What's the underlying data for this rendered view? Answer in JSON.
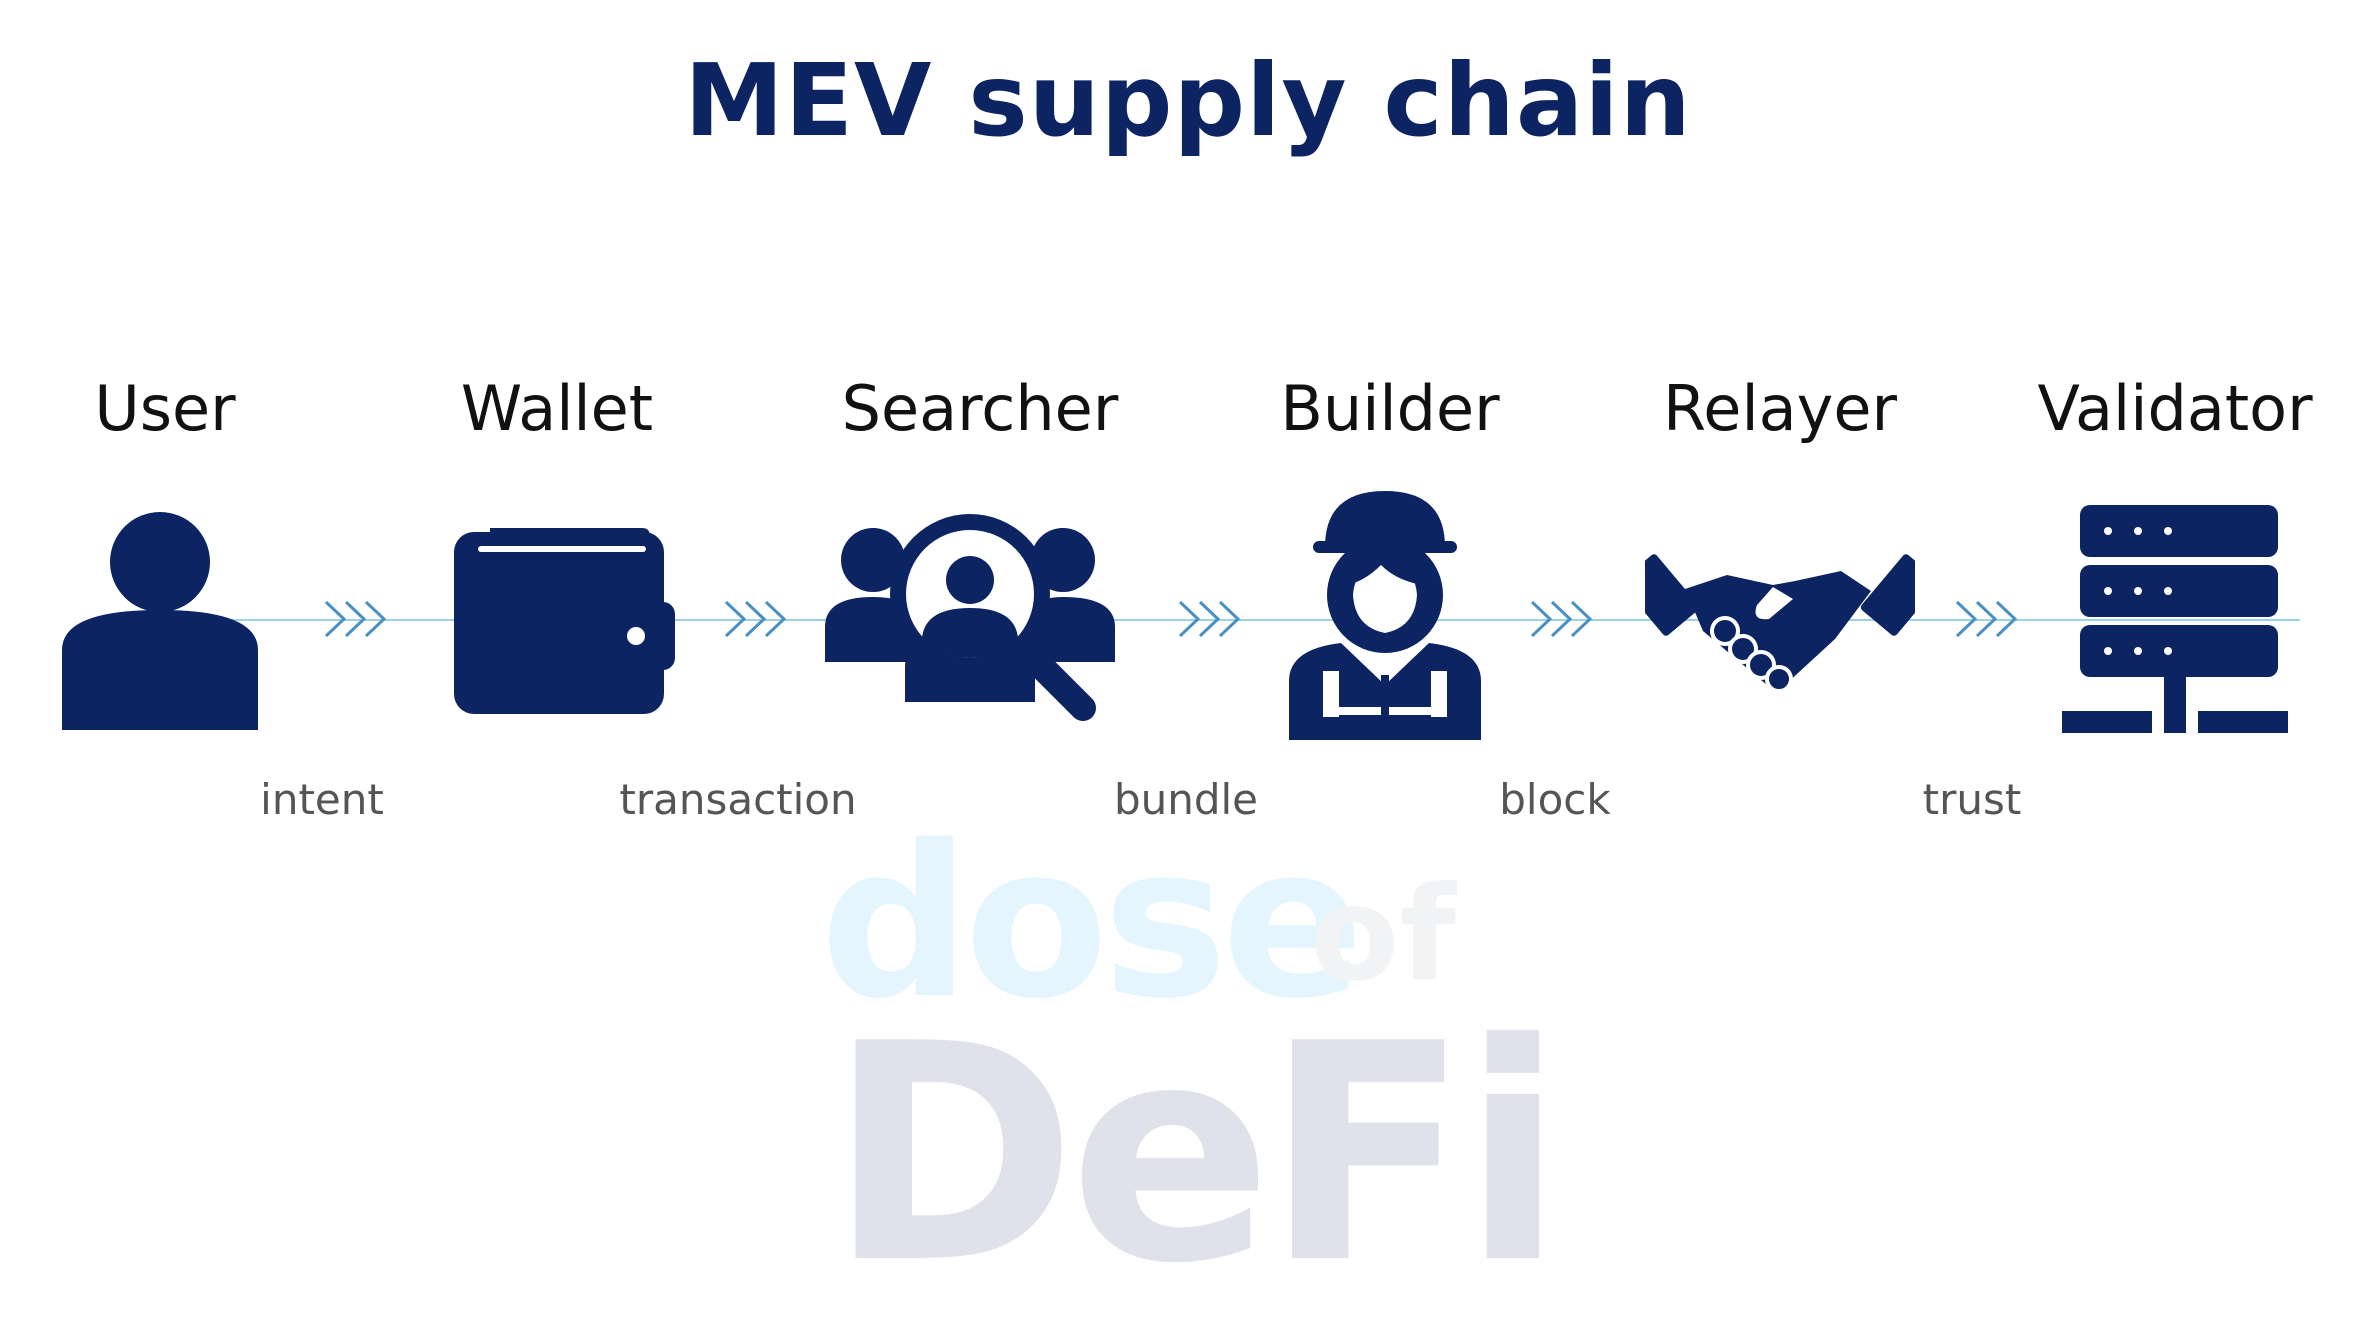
{
  "title": "MEV supply chain",
  "stages": [
    {
      "label": "User",
      "icon": "user-icon"
    },
    {
      "label": "Wallet",
      "icon": "wallet-icon"
    },
    {
      "label": "Searcher",
      "icon": "searcher-icon"
    },
    {
      "label": "Builder",
      "icon": "builder-icon"
    },
    {
      "label": "Relayer",
      "icon": "handshake-icon"
    },
    {
      "label": "Validator",
      "icon": "server-icon"
    }
  ],
  "flows": [
    "intent",
    "transaction",
    "bundle",
    "block",
    "trust"
  ],
  "watermark": {
    "word1": "dose",
    "word2": "of",
    "word3": "DeFi"
  },
  "colors": {
    "icon": "#0c2461",
    "line": "#9fd1e6",
    "chevron": "#4a90c2"
  }
}
